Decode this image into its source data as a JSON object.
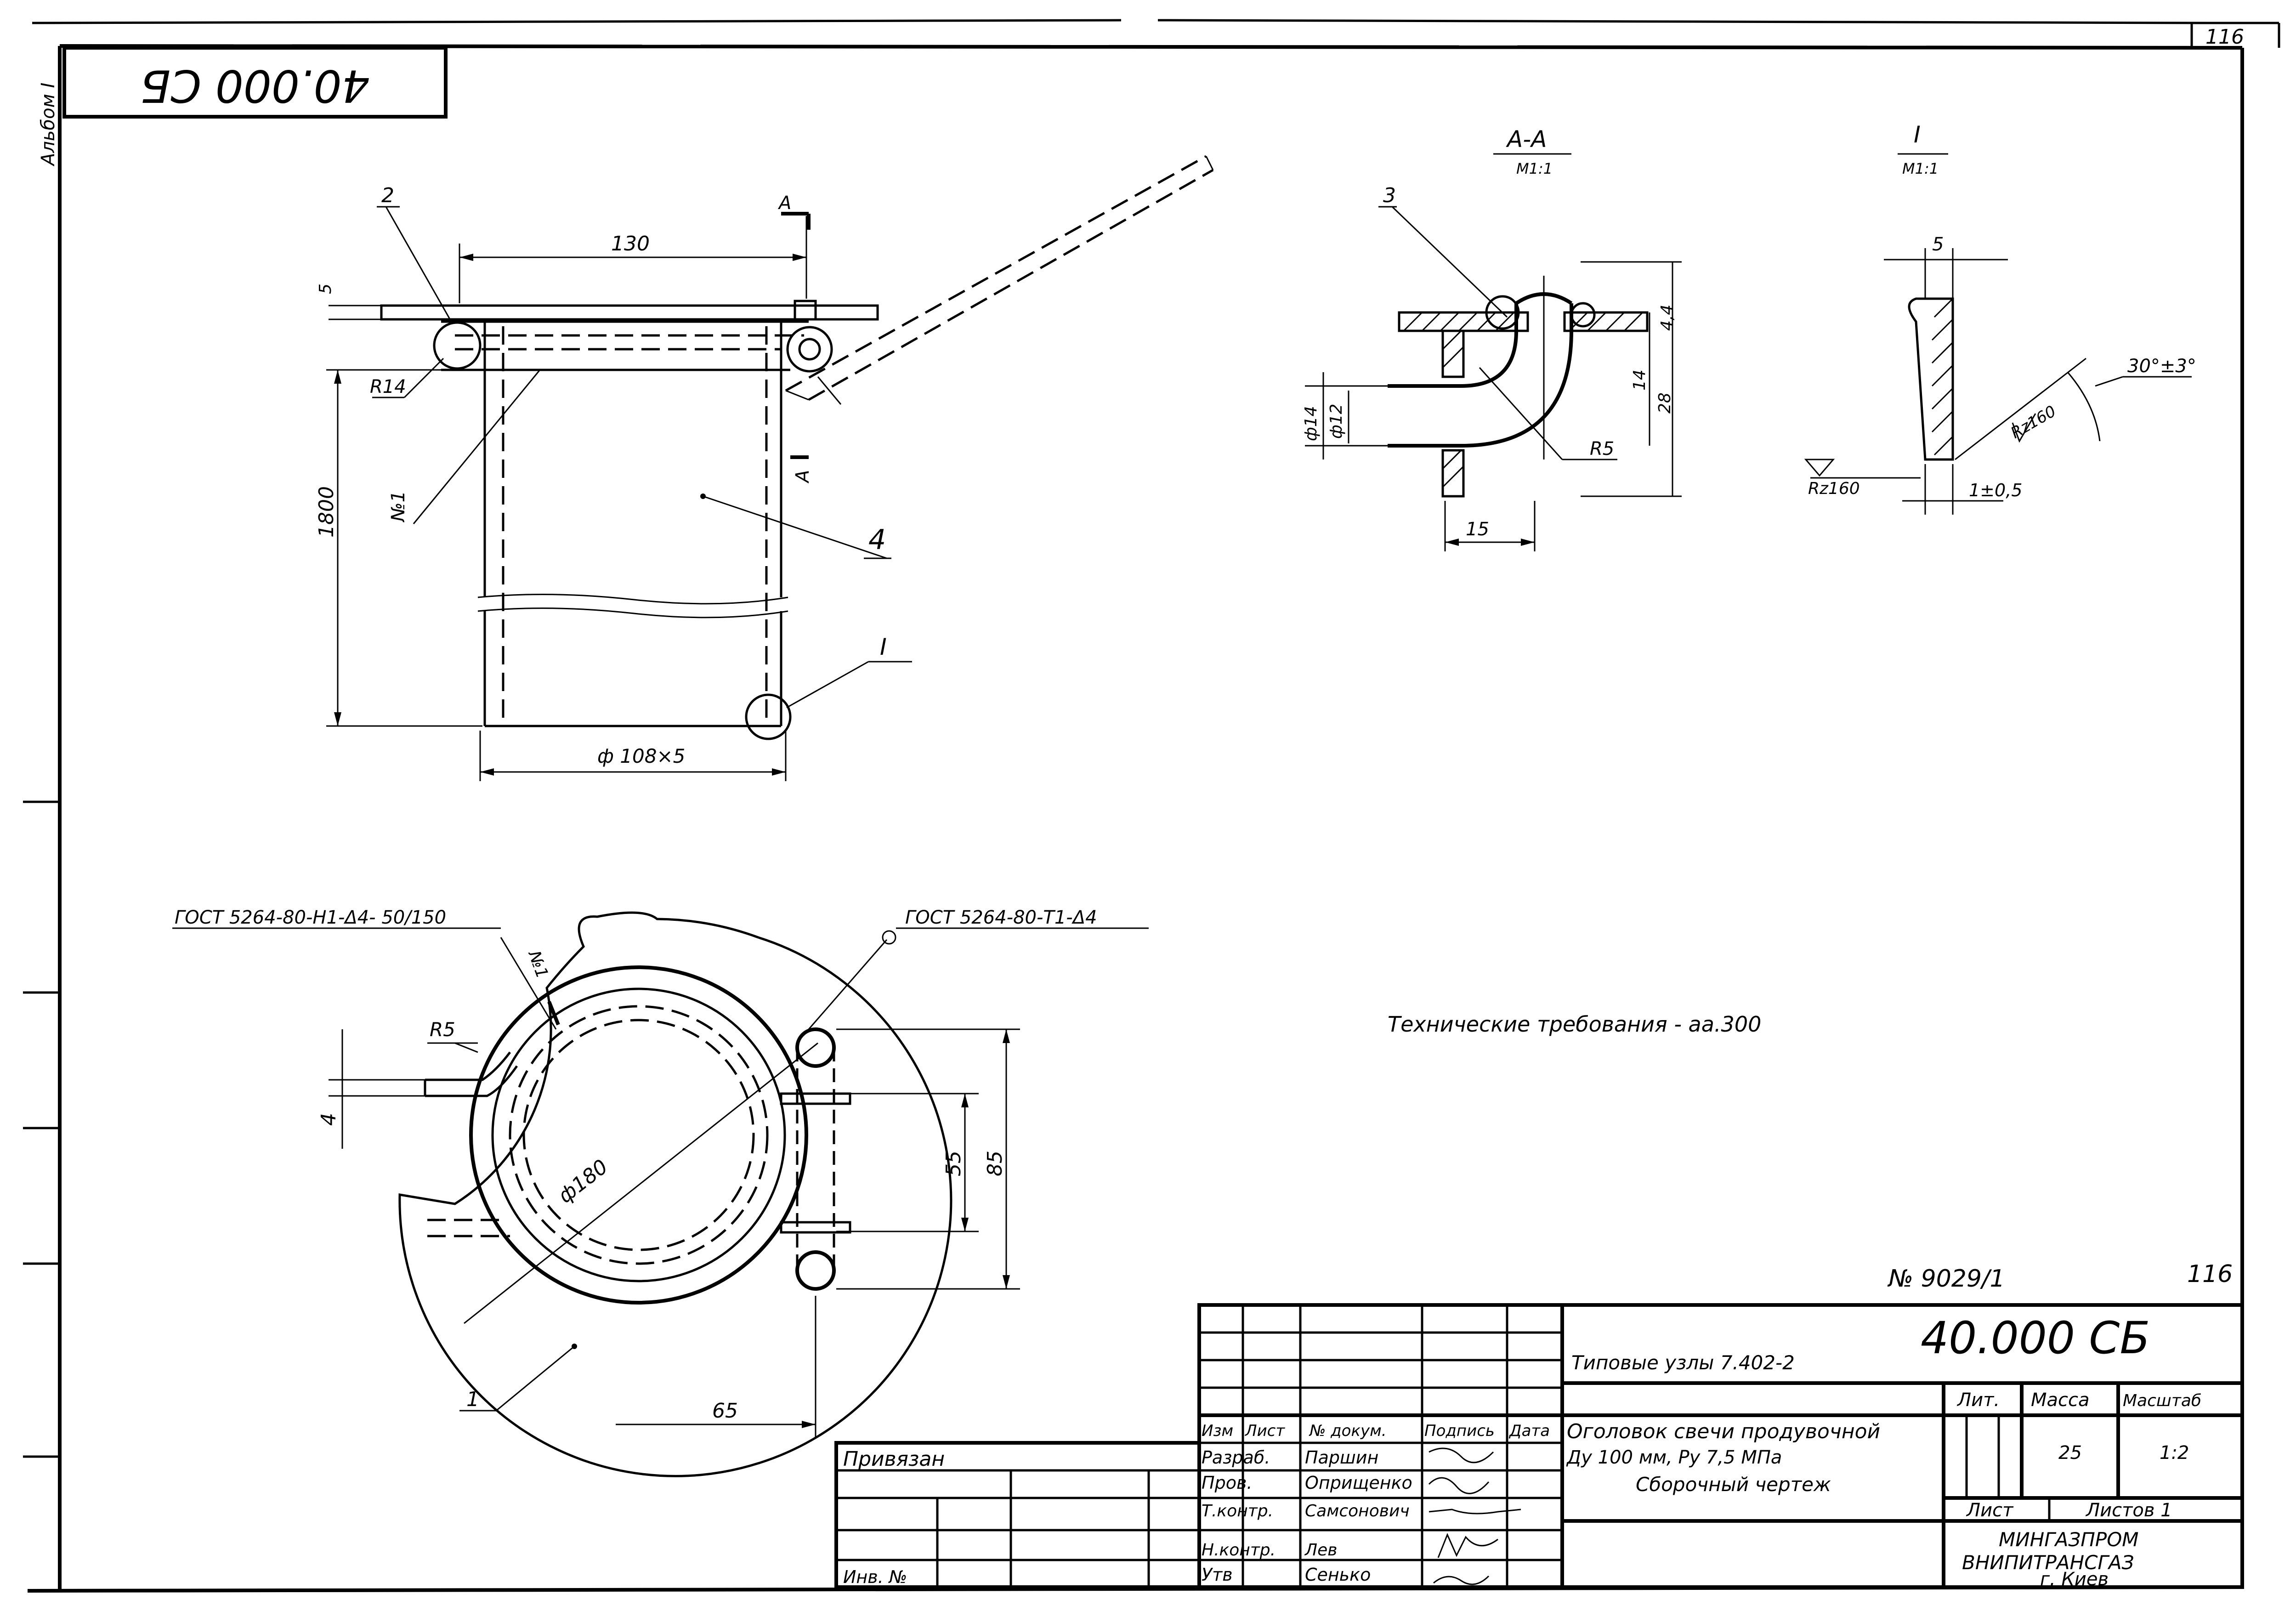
{
  "drawing": {
    "code_rotated": "40.000 СБ",
    "side_label": "Альбом I",
    "sheet_num": "116",
    "sheet_num_bottom": "116",
    "archive_no": "№ 9029/1",
    "tech_req": "Технические требования - аа.300"
  },
  "main_view": {
    "dim_top": "130",
    "dim_height": "1800",
    "dim_bottom": "ф 108×5",
    "radius": "R14",
    "small_dim": "5",
    "pos_2": "2",
    "pos_4": "4",
    "weld": "№1",
    "section_mark": "A",
    "detail_mark": "I"
  },
  "section_aa": {
    "title": "А-А",
    "scale": "М1:1",
    "pos_3": "3",
    "d14": "ф14",
    "d12": "ф12",
    "r5": "R5",
    "d15": "15",
    "d14v": "14",
    "d28": "28",
    "d44": "4,4"
  },
  "detail_i": {
    "title": "I",
    "scale": "М1:1",
    "d5": "5",
    "angle": "30°±3°",
    "rough1": "Rz160",
    "rough2": "Rz160",
    "gap": "1±0,5"
  },
  "plan_view": {
    "gost1": "ГОСТ 5264-80-Н1-Δ4- 50/150",
    "gost2": "ГОСТ 5264-80-Т1-Δ4",
    "weld": "№1",
    "r5": "R5",
    "d4": "4",
    "d180": "ф180",
    "d55": "55",
    "d85": "85",
    "d65": "65",
    "pos_1": "1"
  },
  "title_block": {
    "series": "Типовые узлы 7.402-2",
    "code": "40.000 СБ",
    "h_izm": "Изм",
    "h_list": "Лист",
    "h_doc": "№ докум.",
    "h_sign": "Подпись",
    "h_date": "Дата",
    "r_razrab": "Разраб.",
    "n_razrab": "Паршин",
    "r_prov": "Пров.",
    "n_prov": "Оприщенко",
    "r_tkontr": "Т.контр.",
    "n_tkontr": "Самсонович",
    "r_nkontr": "Н.контр.",
    "n_nkontr": "Лев",
    "r_utv": "Утв",
    "n_utv": "Сенько",
    "name1": "Оголовок свечи продувочной",
    "name2": "Ду 100 мм, Ру 7,5 МПа",
    "name3": "Сборочный чертеж",
    "h_lit": "Лит.",
    "h_mass": "Масса",
    "h_scale": "Масштаб",
    "mass": "25",
    "scale": "1:2",
    "sheet": "Лист",
    "sheets": "Листов 1",
    "org1": "МИНГАЗПРОМ",
    "org2": "ВНИПИТРАНСГАЗ",
    "org3": "г. Киев",
    "privyazan": "Привязан",
    "inv": "Инв. №"
  }
}
